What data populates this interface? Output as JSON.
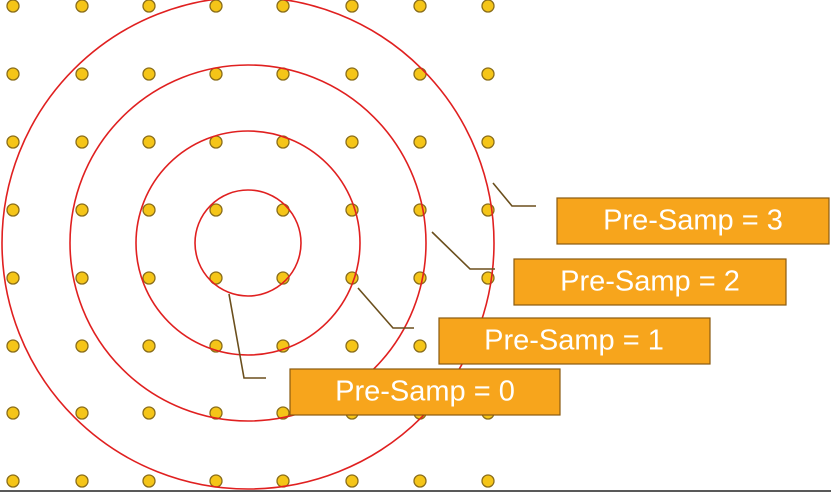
{
  "diagram": {
    "labels": [
      {
        "text": "Pre-Samp = 0"
      },
      {
        "text": "Pre-Samp = 1"
      },
      {
        "text": "Pre-Samp = 2"
      },
      {
        "text": "Pre-Samp = 3"
      }
    ],
    "colors": {
      "dot_fill": "#f5c518",
      "ring_stroke": "#e02020",
      "label_fill": "#f7a51c",
      "label_text": "#ffffff",
      "leader": "#6b4f1d"
    }
  }
}
